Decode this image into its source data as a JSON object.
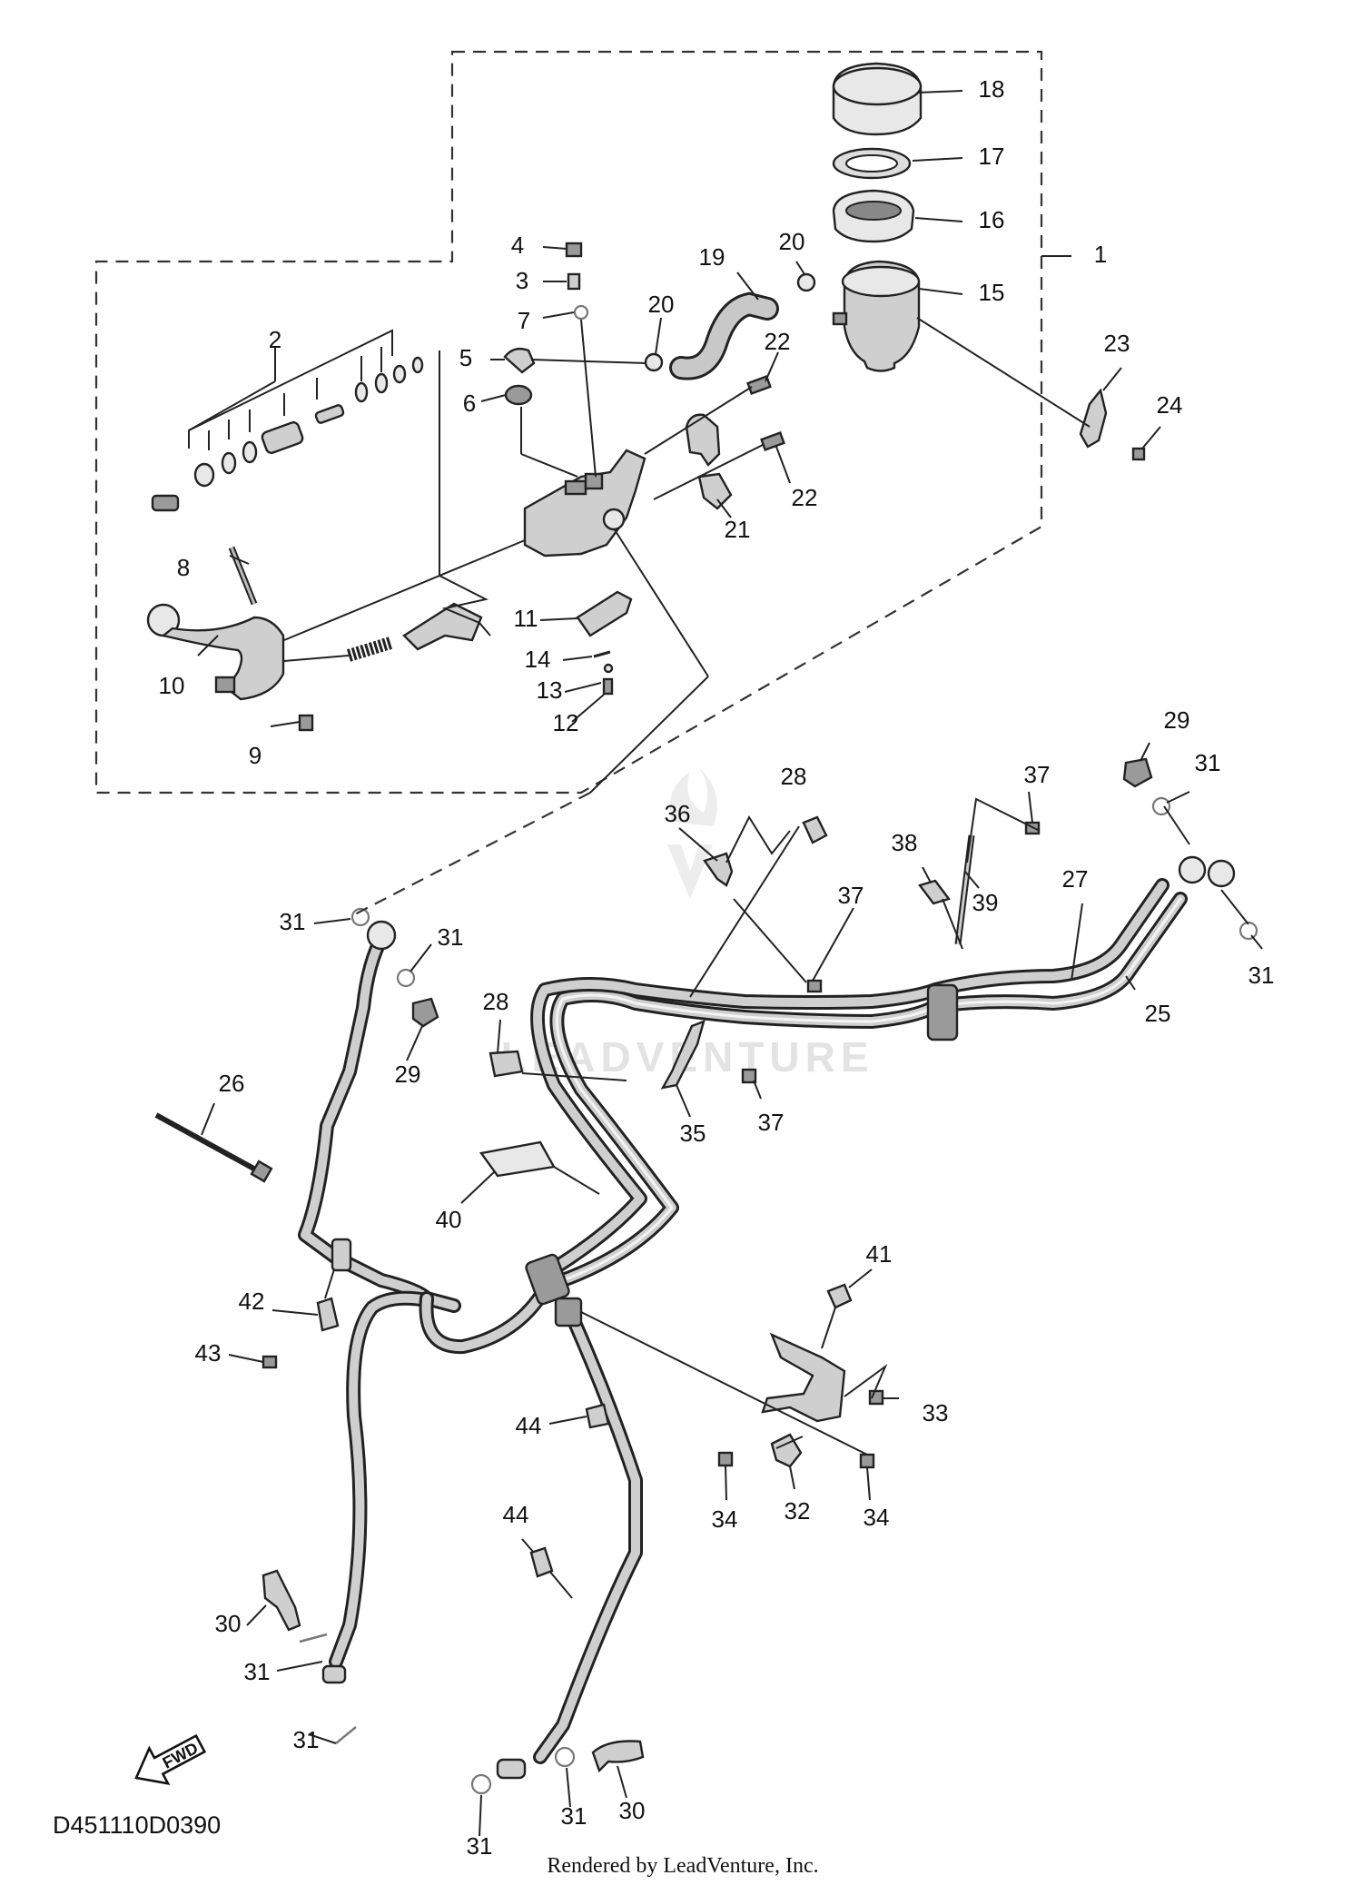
{
  "callouts": {
    "c1": "1",
    "c2": "2",
    "c3": "3",
    "c4": "4",
    "c5": "5",
    "c6": "6",
    "c7": "7",
    "c8": "8",
    "c9": "9",
    "c10": "10",
    "c11": "11",
    "c12": "12",
    "c13": "13",
    "c14": "14",
    "c15": "15",
    "c16": "16",
    "c17": "17",
    "c18": "18",
    "c19": "19",
    "c20a": "20",
    "c20b": "20",
    "c21": "21",
    "c22a": "22",
    "c22b": "22",
    "c23": "23",
    "c24": "24",
    "c25": "25",
    "c26": "26",
    "c27": "27",
    "c28a": "28",
    "c28b": "28",
    "c29a": "29",
    "c29b": "29",
    "c30a": "30",
    "c30b": "30",
    "c31a": "31",
    "c31b": "31",
    "c31c": "31",
    "c31d": "31",
    "c31e": "31",
    "c31f": "31",
    "c31g": "31",
    "c31h": "31",
    "c32": "32",
    "c33": "33",
    "c34a": "34",
    "c34b": "34",
    "c35": "35",
    "c36": "36",
    "c37a": "37",
    "c37b": "37",
    "c37c": "37",
    "c38": "38",
    "c39": "39",
    "c40": "40",
    "c41": "41",
    "c42": "42",
    "c43": "43",
    "c44a": "44",
    "c44b": "44"
  },
  "diagram_code": "D451110D0390",
  "credit": "Rendered by LeadVenture, Inc.",
  "watermark": "LEADVENTURE",
  "fwd_label": "FWD"
}
